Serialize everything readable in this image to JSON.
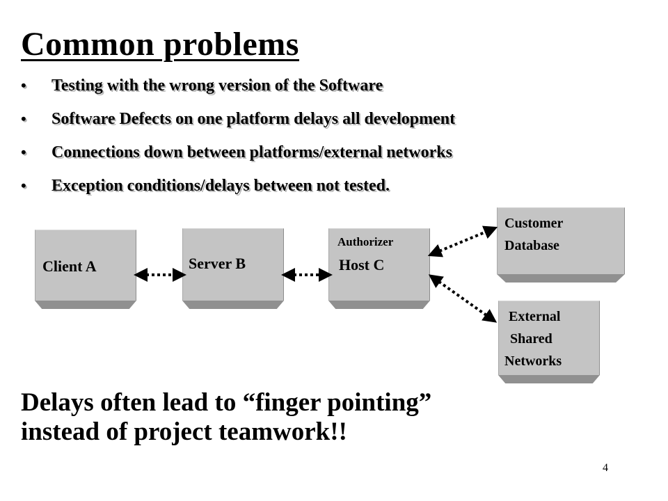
{
  "slide": {
    "title": "Common problems",
    "bullet_glyph": "•",
    "bullets": [
      "Testing with the wrong version of the Software",
      "Software Defects on one platform delays all development",
      "Connections down between platforms/external networks",
      "Exception conditions/delays between  not tested."
    ],
    "diagram": {
      "client": "Client A",
      "server": "Server B",
      "host_caption": "Authorizer",
      "host": "Host C",
      "customer_line1": "Customer",
      "customer_line2": "Database",
      "external_line1": "External",
      "external_line2": "Shared",
      "external_line3": "Networks"
    },
    "footer_line1": "Delays often  lead to “finger pointing”",
    "footer_line2": "instead of project teamwork!!",
    "page_number": "4"
  },
  "colors": {
    "box_face": "#c4c4c4",
    "box_base": "#909090",
    "arrow": "#000000",
    "bullet_shadow": "#b8b8b8"
  }
}
